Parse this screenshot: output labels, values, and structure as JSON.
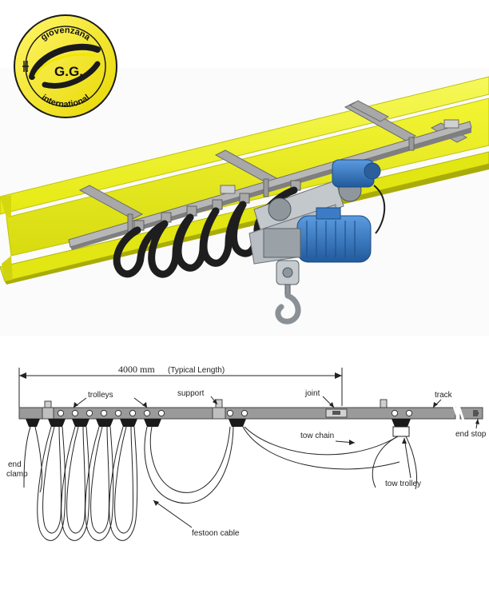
{
  "logo": {
    "brand_top": "giovenzana",
    "brand_mid": "G.G.",
    "brand_bottom": "international",
    "color_yellow": "#f2e600",
    "color_dark": "#1a1a1a"
  },
  "colors": {
    "beam": "#eef21c",
    "beam_shade": "#c9cc10",
    "rail": "#9a9a9a",
    "cable": "#1e1e1e",
    "motor": "#2f6fb5",
    "hoist_body": "#b9bfc4"
  },
  "diagram": {
    "length_label": "4000 mm",
    "length_note": "(Typical Length)",
    "labels": {
      "trolleys": "trolleys",
      "support": "support",
      "joint": "joint",
      "track": "track",
      "tow_chain": "tow chain",
      "end_clamp_1": "end",
      "end_clamp_2": "clamp",
      "tow_trolley": "tow trolley",
      "end_stop": "end stop",
      "festoon_cable": "festoon cable"
    }
  }
}
